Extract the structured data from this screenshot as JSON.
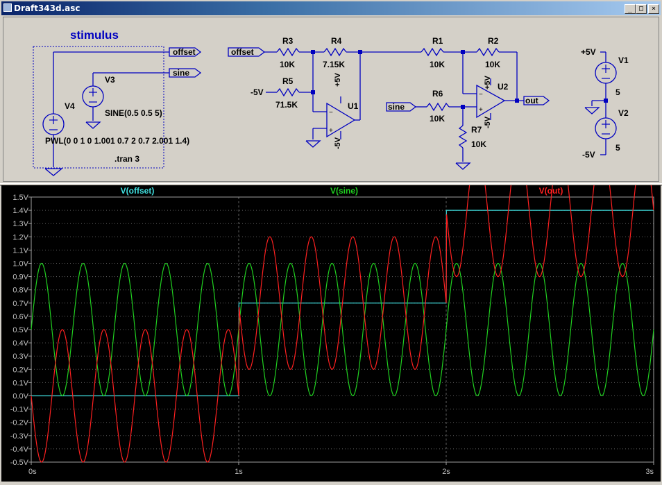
{
  "window": {
    "title": "Draft343d.asc",
    "buttons": [
      "_",
      "□",
      "×"
    ]
  },
  "schematic": {
    "stimulus_label": "stimulus",
    "nets": {
      "offset": "offset",
      "sine": "sine",
      "out": "out"
    },
    "components": {
      "R3": {
        "name": "R3",
        "value": "10K"
      },
      "R4": {
        "name": "R4",
        "value": "7.15K"
      },
      "R5": {
        "name": "R5",
        "value": "71.5K"
      },
      "R1": {
        "name": "R1",
        "value": "10K"
      },
      "R2": {
        "name": "R2",
        "value": "10K"
      },
      "R6": {
        "name": "R6",
        "value": "10K"
      },
      "R7": {
        "name": "R7",
        "value": "10K"
      },
      "U1": {
        "name": "U1"
      },
      "U2": {
        "name": "U2"
      },
      "V1": {
        "name": "V1",
        "value": "5"
      },
      "V2": {
        "name": "V2",
        "value": "5"
      },
      "V3": {
        "name": "V3",
        "value": "SINE(0.5 0.5 5)"
      },
      "V4": {
        "name": "V4",
        "value": "PWL(0 0 1 0 1.001 0.7 2 0.7 2.001 1.4)"
      }
    },
    "supply_pos": "+5V",
    "supply_neg": "-5V",
    "directive": ".tran 3"
  },
  "colors": {
    "offset": "#40e0e0",
    "sine": "#20d020",
    "out": "#ff2020",
    "schematic_blue": "#0000c0"
  },
  "chart_data": {
    "type": "line",
    "title": "",
    "xlabel": "",
    "ylabel": "",
    "xlim": [
      0,
      3
    ],
    "ylim": [
      -0.5,
      1.5
    ],
    "x_tick_labels": [
      "0s",
      "1s",
      "2s",
      "3s"
    ],
    "y_tick_labels": [
      "1.5V",
      "1.4V",
      "1.3V",
      "1.2V",
      "1.1V",
      "1.0V",
      "0.9V",
      "0.8V",
      "0.7V",
      "0.6V",
      "0.5V",
      "0.4V",
      "0.3V",
      "0.2V",
      "0.1V",
      "0.0V",
      "-0.1V",
      "-0.2V",
      "-0.3V",
      "-0.4V",
      "-0.5V"
    ],
    "series": [
      {
        "name": "V(offset)",
        "type": "step",
        "x": [
          0,
          1,
          1.001,
          2,
          2.001,
          3
        ],
        "y": [
          0,
          0,
          0.7,
          0.7,
          1.4,
          1.4
        ]
      },
      {
        "name": "V(sine)",
        "type": "sine",
        "dc": 0.5,
        "amplitude": 0.5,
        "frequency_hz": 5,
        "x_range": [
          0,
          3
        ]
      },
      {
        "name": "V(out)",
        "type": "sine_plus_offset",
        "dc": 0,
        "amplitude": 0.5,
        "frequency_hz": 5,
        "offset_gain": 1,
        "x_range": [
          0,
          3
        ]
      }
    ]
  }
}
